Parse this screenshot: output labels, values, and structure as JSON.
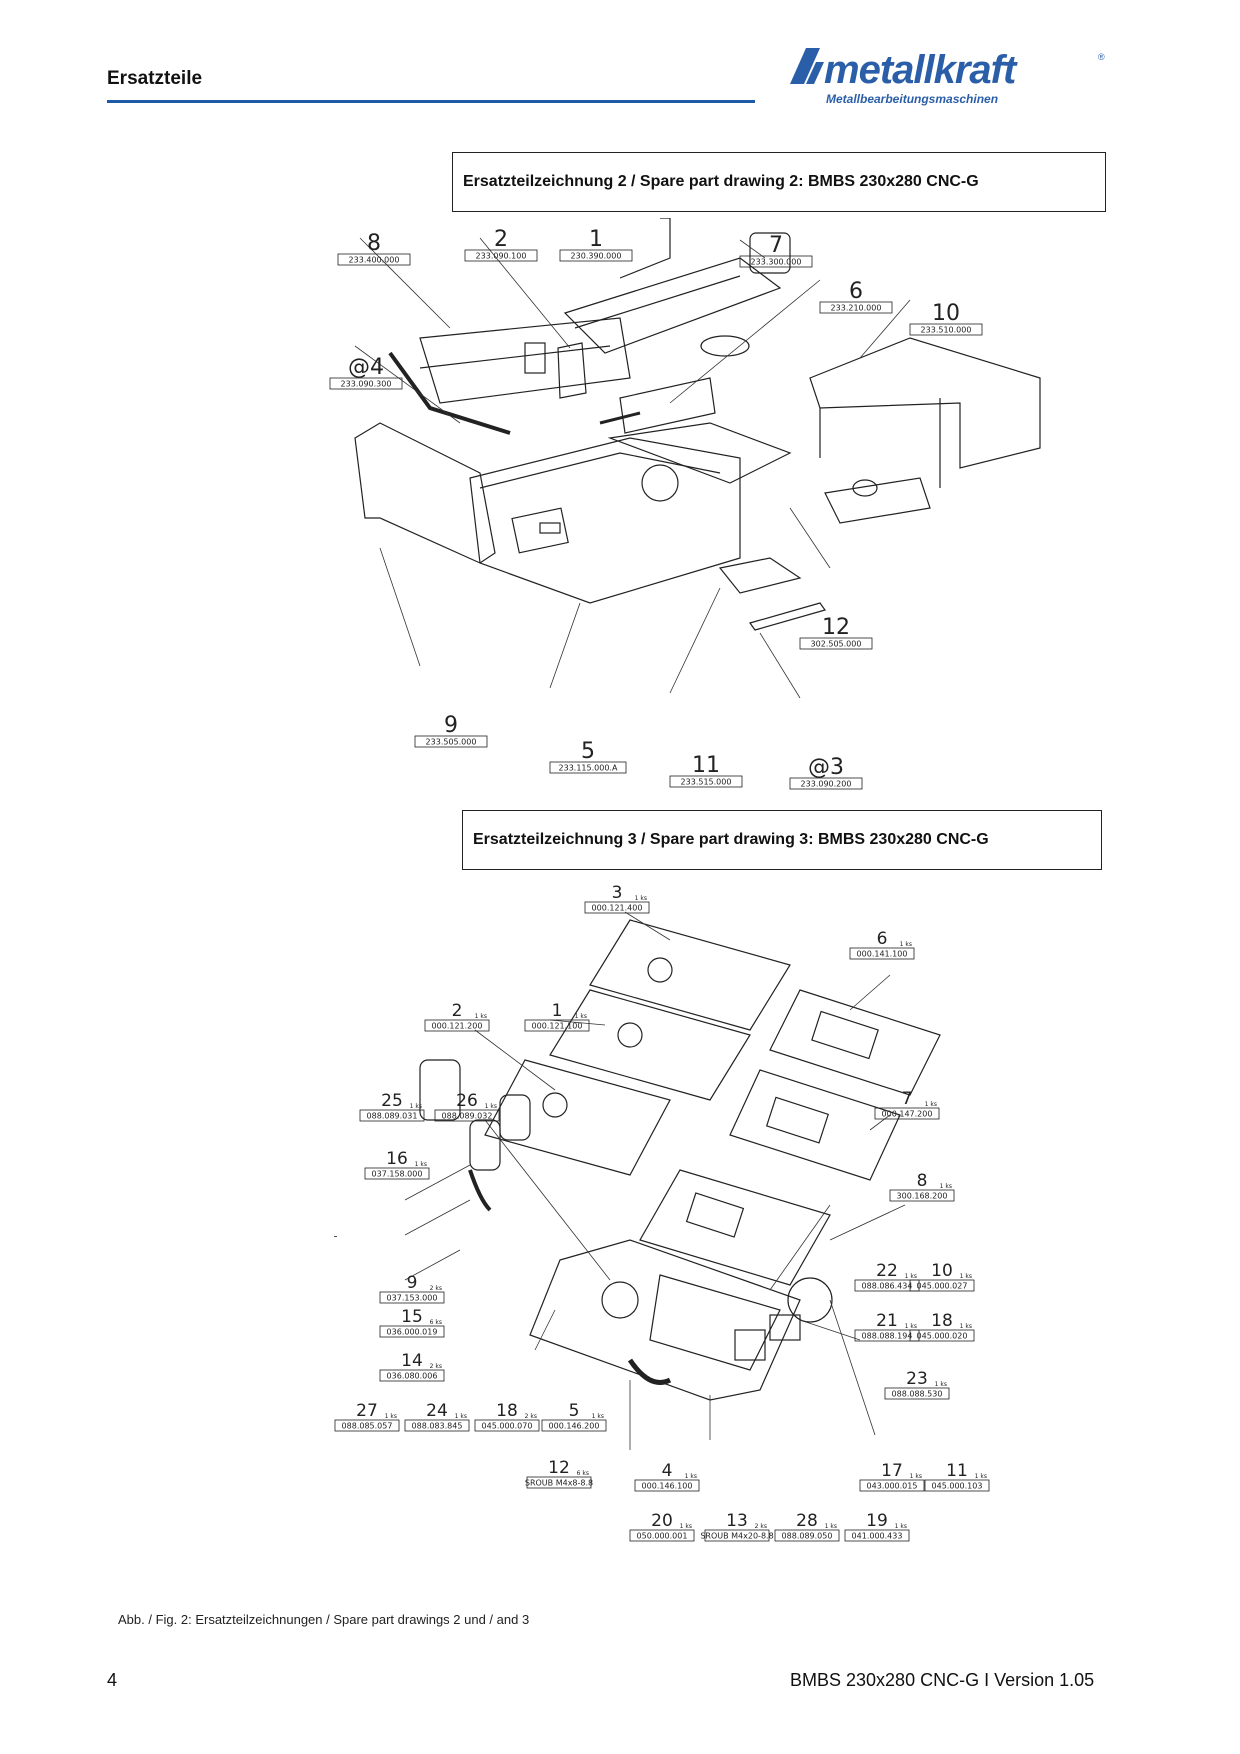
{
  "header": {
    "title": "Ersatzteile",
    "logo_text": "metallkraft",
    "logo_registered": "®",
    "logo_subtitle": "Metallbearbeitungsmaschinen",
    "brand_color": "#2b5ea8",
    "rule_color": "#1f5aa6"
  },
  "drawing2": {
    "title": "Ersatzteilzeichnung 2 / Spare part drawing 2: BMBS 230x280 CNC-G",
    "parts": [
      {
        "num": "8",
        "code": "233.400.000"
      },
      {
        "num": "2",
        "code": "233.090.100"
      },
      {
        "num": "1",
        "code": "230.390.000"
      },
      {
        "num": "7",
        "code": "233.300.000"
      },
      {
        "num": "6",
        "code": "233.210.000"
      },
      {
        "num": "10",
        "code": "233.510.000"
      },
      {
        "num": "@4",
        "code": "233.090.300"
      },
      {
        "num": "12",
        "code": "302.505.000"
      },
      {
        "num": "9",
        "code": "233.505.000"
      },
      {
        "num": "5",
        "code": "233.115.000.A"
      },
      {
        "num": "11",
        "code": "233.515.000"
      },
      {
        "num": "@3",
        "code": "233.090.200"
      }
    ]
  },
  "drawing3": {
    "title": "Ersatzteilzeichnung 3 / Spare part drawing 3: BMBS 230x280 CNC-G",
    "parts": [
      {
        "num": "3",
        "qty": "1 ks",
        "code": "000.121.400"
      },
      {
        "num": "6",
        "qty": "1 ks",
        "code": "000.141.100"
      },
      {
        "num": "2",
        "qty": "1 ks",
        "code": "000.121.200"
      },
      {
        "num": "1",
        "qty": "1 ks",
        "code": "000.121.100"
      },
      {
        "num": "25",
        "qty": "1 ks",
        "code": "088.089.031"
      },
      {
        "num": "26",
        "qty": "1 ks",
        "code": "088.089.032"
      },
      {
        "num": "7",
        "qty": "1 ks",
        "code": "000.147.200"
      },
      {
        "num": "16",
        "qty": "1 ks",
        "code": "037.158.000"
      },
      {
        "num": "8",
        "qty": "1 ks",
        "code": "300.168.200"
      },
      {
        "num": "9",
        "qty": "2 ks",
        "code": "037.153.000"
      },
      {
        "num": "15",
        "qty": "6 ks",
        "code": "036.000.019"
      },
      {
        "num": "14",
        "qty": "2 ks",
        "code": "036.080.006"
      },
      {
        "num": "22",
        "qty": "1 ks",
        "code": "088.086.434"
      },
      {
        "num": "10",
        "qty": "1 ks",
        "code": "045.000.027"
      },
      {
        "num": "21",
        "qty": "1 ks",
        "code": "088.088.194"
      },
      {
        "num": "18",
        "qty": "1 ks",
        "code": "045.000.020"
      },
      {
        "num": "27",
        "qty": "1 ks",
        "code": "088.085.057"
      },
      {
        "num": "24",
        "qty": "1 ks",
        "code": "088.083.845"
      },
      {
        "num": "18",
        "qty": "2 ks",
        "code": "045.000.070"
      },
      {
        "num": "5",
        "qty": "1 ks",
        "code": "000.146.200"
      },
      {
        "num": "23",
        "qty": "1 ks",
        "code": "088.088.530"
      },
      {
        "num": "12",
        "qty": "6 ks",
        "code": "SROUB M4x8-8.8"
      },
      {
        "num": "4",
        "qty": "1 ks",
        "code": "000.146.100"
      },
      {
        "num": "17",
        "qty": "1 ks",
        "code": "043.000.015"
      },
      {
        "num": "11",
        "qty": "1 ks",
        "code": "045.000.103"
      },
      {
        "num": "20",
        "qty": "1 ks",
        "code": "050.000.001"
      },
      {
        "num": "13",
        "qty": "2 ks",
        "code": "SROUB M4x20-8.8"
      },
      {
        "num": "28",
        "qty": "1 ks",
        "code": "088.089.050"
      },
      {
        "num": "19",
        "qty": "1 ks",
        "code": "041.000.433"
      }
    ]
  },
  "caption": "Abb. / Fig. 2: Ersatzteilzeichnungen / Spare part drawings 2 und / and 3",
  "footer": {
    "page_number": "4",
    "version": "BMBS 230x280 CNC-G I Version 1.05"
  }
}
